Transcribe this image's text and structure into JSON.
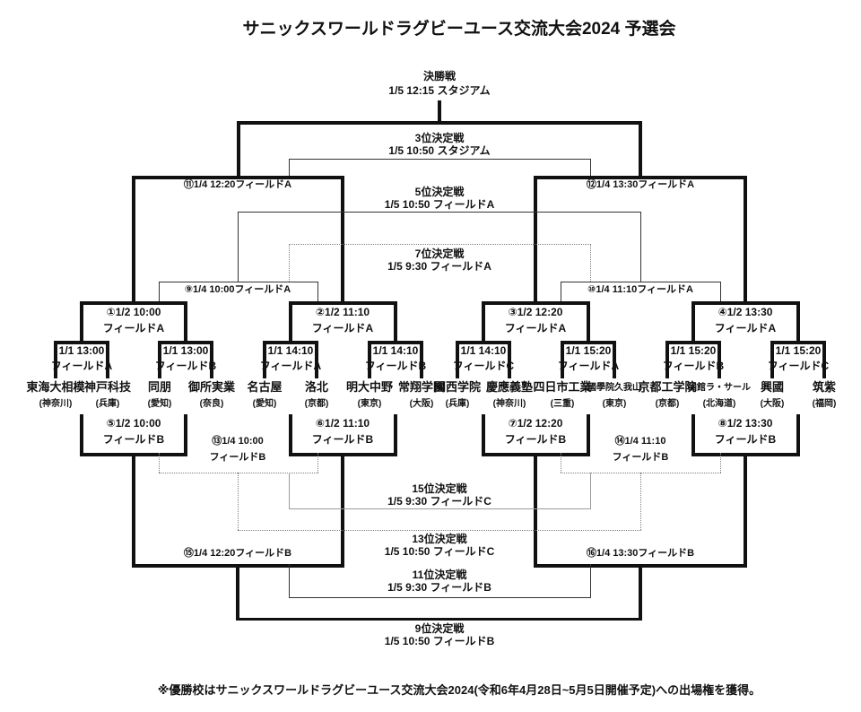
{
  "title": "サニックスワールドラグビーユース交流大会2024 予選会",
  "footer": "※優勝校はサニックスワールドラグビーユース交流大会2024(令和6年4月28日~5月5日開催予定)への出場権を獲得。",
  "placements": {
    "final": {
      "title": "決勝戦",
      "schedule": "1/5 12:15 スタジアム"
    },
    "third": {
      "title": "3位決定戦",
      "schedule": "1/5 10:50 スタジアム"
    },
    "fifth": {
      "title": "5位決定戦",
      "schedule": "1/5 10:50 フィールドA"
    },
    "seventh": {
      "title": "7位決定戦",
      "schedule": "1/5 9:30 フィールドA"
    },
    "ninth": {
      "title": "9位決定戦",
      "schedule": "1/5 10:50 フィールドB"
    },
    "eleventh": {
      "title": "11位決定戦",
      "schedule": "1/5 9:30 フィールドB"
    },
    "thirteenth": {
      "title": "13位決定戦",
      "schedule": "1/5 10:50 フィールドC"
    },
    "fifteenth": {
      "title": "15位決定戦",
      "schedule": "1/5 9:30 フィールドC"
    }
  },
  "round1": [
    {
      "datetime": "1/1 13:00",
      "field": "フィールドA"
    },
    {
      "datetime": "1/1 13:00",
      "field": "フィールドB"
    },
    {
      "datetime": "1/1 14:10",
      "field": "フィールドA"
    },
    {
      "datetime": "1/1 14:10",
      "field": "フィールドB"
    },
    {
      "datetime": "1/1 14:10",
      "field": "フィールドC"
    },
    {
      "datetime": "1/1 15:20",
      "field": "フィールドA"
    },
    {
      "datetime": "1/1 15:20",
      "field": "フィールドB"
    },
    {
      "datetime": "1/1 15:20",
      "field": "フィールドC"
    }
  ],
  "winners_round2": [
    {
      "label": "①1/2 10:00",
      "field": "フィールドA"
    },
    {
      "label": "②1/2 11:10",
      "field": "フィールドA"
    },
    {
      "label": "③1/2 12:20",
      "field": "フィールドA"
    },
    {
      "label": "④1/2 13:30",
      "field": "フィールドA"
    }
  ],
  "losers_round2": [
    {
      "label": "⑤1/2 10:00",
      "field": "フィールドB"
    },
    {
      "label": "⑥1/2 11:10",
      "field": "フィールドB"
    },
    {
      "label": "⑦1/2 12:20",
      "field": "フィールドB"
    },
    {
      "label": "⑧1/2 13:30",
      "field": "フィールドB"
    }
  ],
  "round3": {
    "m9": "⑨1/4 10:00フィールドA",
    "m10": "⑩1/4 11:10フィールドA",
    "m11": "⑪1/4 12:20フィールドA",
    "m12": "⑫1/4 13:30フィールドA",
    "m13": {
      "label": "⑬1/4 10:00",
      "field": "フィールドB"
    },
    "m14": {
      "label": "⑭1/4 11:10",
      "field": "フィールドB"
    },
    "m15": "⑮1/4 12:20フィールドB",
    "m16": "⑯1/4 13:30フィールドB"
  },
  "teams": [
    {
      "name": "東海大相模",
      "pref": "(神奈川)"
    },
    {
      "name": "神戸科技",
      "pref": "(兵庫)"
    },
    {
      "name": "同朋",
      "pref": "(愛知)"
    },
    {
      "name": "御所実業",
      "pref": "(奈良)"
    },
    {
      "name": "名古屋",
      "pref": "(愛知)"
    },
    {
      "name": "洛北",
      "pref": "(京都)"
    },
    {
      "name": "明大中野",
      "pref": "(東京)"
    },
    {
      "name": "常翔学園",
      "pref": "(大阪)"
    },
    {
      "name": "関西学院",
      "pref": "(兵庫)"
    },
    {
      "name": "慶應義塾",
      "pref": "(神奈川)"
    },
    {
      "name": "四日市工業",
      "pref": "(三重)"
    },
    {
      "name": "國學院久我山",
      "pref": "(東京)"
    },
    {
      "name": "京都工学院",
      "pref": "(京都)"
    },
    {
      "name": "函館ラ・サール",
      "pref": "(北海道)"
    },
    {
      "name": "興國",
      "pref": "(大阪)"
    },
    {
      "name": "筑紫",
      "pref": "(福岡)"
    }
  ]
}
